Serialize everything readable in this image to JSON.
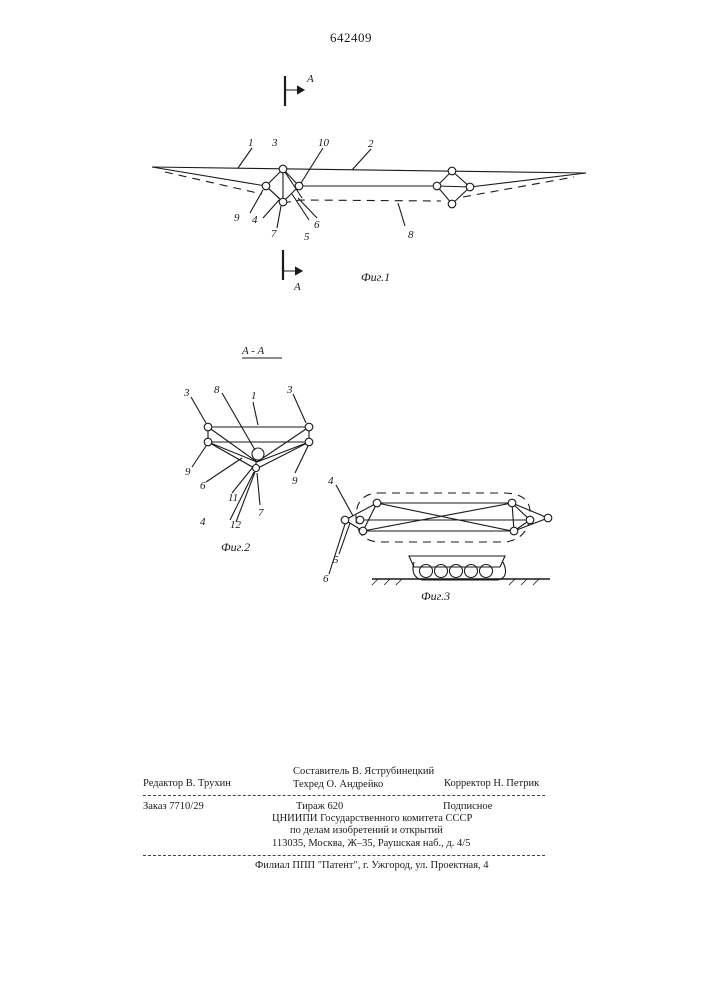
{
  "document": {
    "patent_number": "642409"
  },
  "figures": {
    "section_mark": "A",
    "section_title": "A - A",
    "fig1_caption": "Фиг.1",
    "fig2_caption": "Фиг.2",
    "fig3_caption": "Фиг.3",
    "fig1_labels": [
      "1",
      "2",
      "3",
      "10",
      "9",
      "4",
      "7",
      "5",
      "6",
      "8"
    ],
    "fig2_labels": [
      "3",
      "8",
      "1",
      "3",
      "9",
      "6",
      "11",
      "12",
      "4",
      "7",
      "9"
    ],
    "fig3_labels": [
      "4",
      "5",
      "6"
    ]
  },
  "imprint": {
    "editor": "Редактор  В. Трухин",
    "composer": "Составитель  В. Яструбинецкий",
    "techred": "Техред  О. Андрейко",
    "corrector": "Корректор  Н. Петрик",
    "order": "Заказ    7710/29",
    "circulation": "Тираж  620",
    "subscription": "Подписное",
    "org_line1": "ЦНИИПИ Государственного комитета СССР",
    "org_line2": "по делам изобретений и открытий",
    "org_line3": "113035, Москва, Ж–35, Раушская наб., д. 4/5",
    "branch": "Филиал ППП \"Патент\", г. Ужгород, ул. Проектная, 4"
  }
}
